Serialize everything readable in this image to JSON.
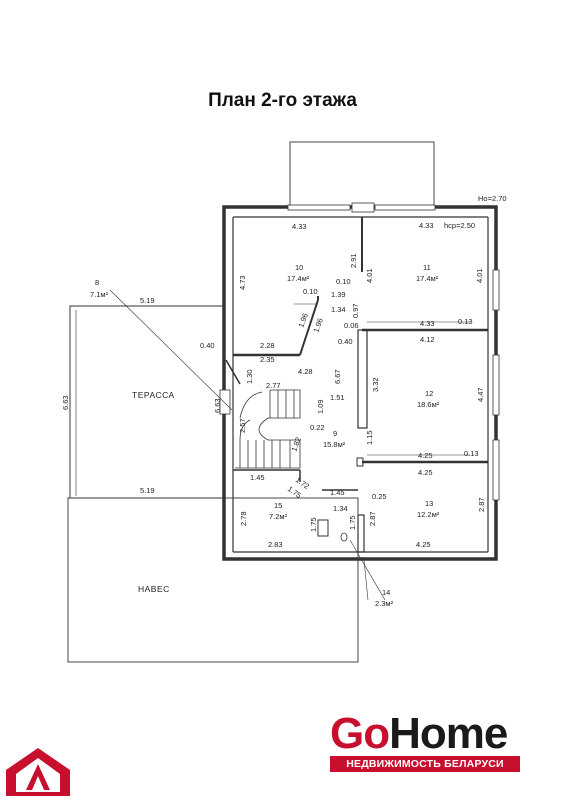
{
  "title": "План 2-го этажа",
  "header_dims": {
    "ho": "Hо=2.70",
    "hcp": "hср=2.50"
  },
  "areas": {
    "terrace": "ТЕРАССА",
    "canopy": "НАВЕС"
  },
  "rooms": [
    {
      "num": "8",
      "area": "7.1м²"
    },
    {
      "num": "10",
      "area": "17.4м²"
    },
    {
      "num": "11",
      "area": "17.4м²"
    },
    {
      "num": "12",
      "area": "18.6м²"
    },
    {
      "num": "9",
      "area": "15.8м²"
    },
    {
      "num": "13",
      "area": "12.2м²"
    },
    {
      "num": "15",
      "area": "7.2м²"
    },
    {
      "num": "14",
      "area": "2.3м²"
    }
  ],
  "dimensions": [
    "4.33",
    "4.33",
    "2.91",
    "4.73",
    "4.01",
    "4.01",
    "0.10",
    "1.39",
    "1.34",
    "0.10",
    "0.97",
    "1.96",
    "1.96",
    "0.06",
    "4.33",
    "0.13",
    "0.40",
    "2.28",
    "0.40",
    "4.12",
    "2.35",
    "1.30",
    "4.28",
    "6.67",
    "3.32",
    "2.77",
    "4.47",
    "1.51",
    "1.09",
    "6.63",
    "2.57",
    "0.22",
    "1.82",
    "1.15",
    "4.25",
    "0.13",
    "4.25",
    "1.45",
    "1.72",
    "1.75",
    "1.45",
    "0.25",
    "2.78",
    "1.34",
    "2.87",
    "2.87",
    "1.75",
    "1.75",
    "2.83",
    "4.25",
    "5.19",
    "5.19",
    "6.63"
  ],
  "brand": {
    "word_part1": "Go",
    "word_part2": "Home",
    "tagline": "НЕДВИЖИМОСТЬ БЕЛАРУСИ",
    "color_red": "#c8102e",
    "color_dark": "#1a1a1a"
  },
  "icons": {
    "corner_logo": "house-a-logo-icon"
  }
}
